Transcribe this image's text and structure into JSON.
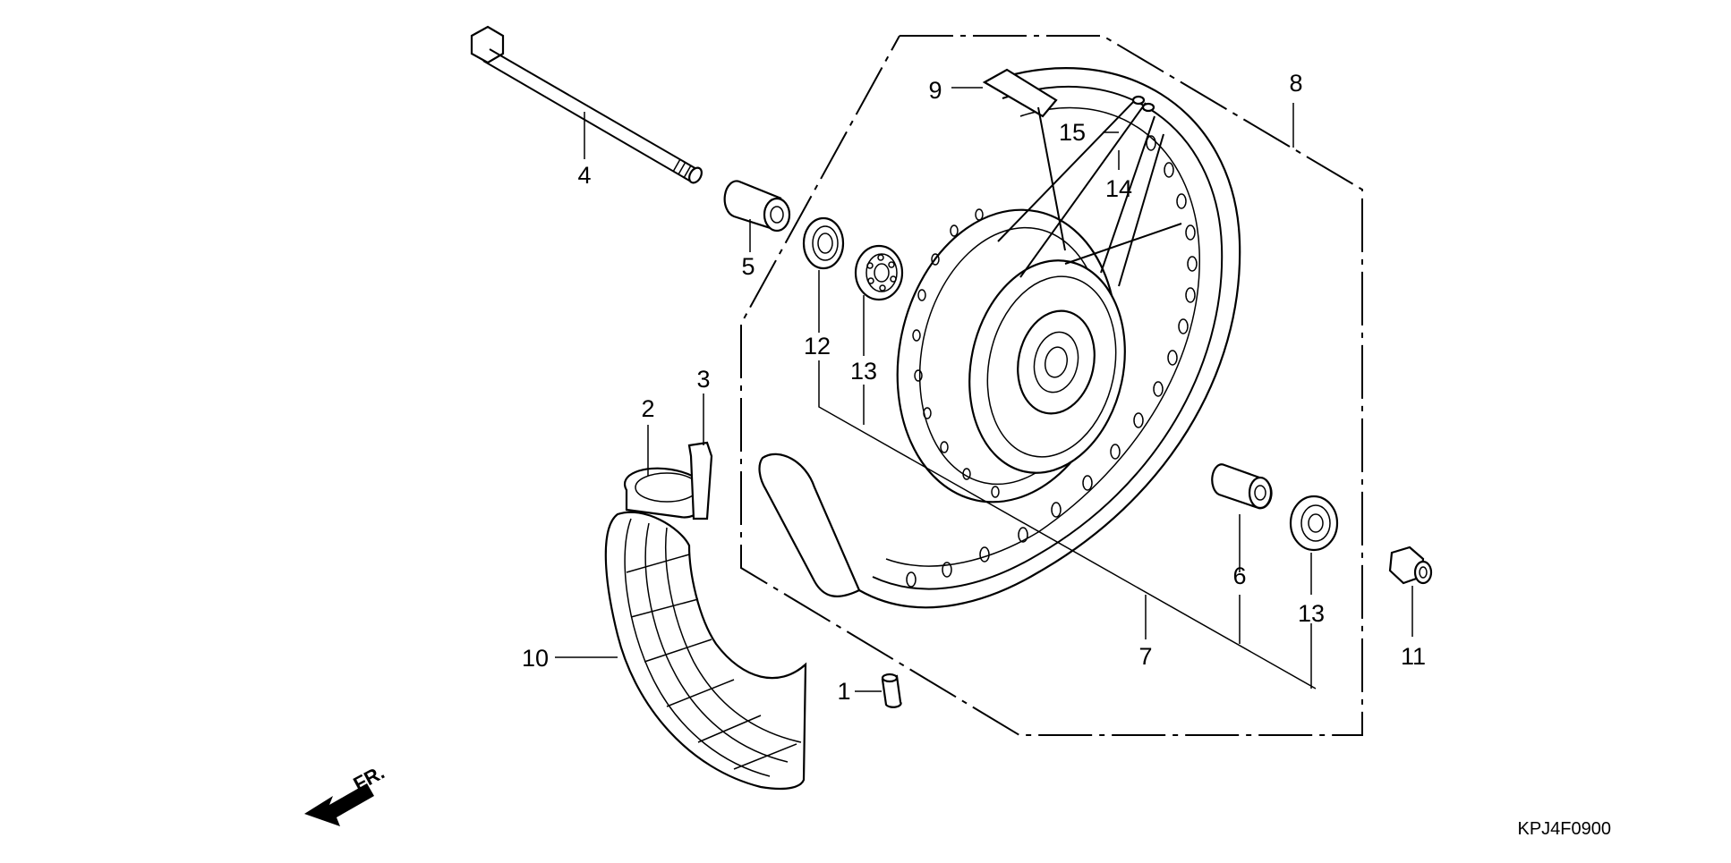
{
  "diagram": {
    "part_code": "KPJ4F0900",
    "direction_label": "FR.",
    "callouts": [
      "1",
      "2",
      "3",
      "4",
      "5",
      "6",
      "7",
      "8",
      "9",
      "10",
      "11",
      "12",
      "13",
      "13",
      "14",
      "15"
    ]
  }
}
